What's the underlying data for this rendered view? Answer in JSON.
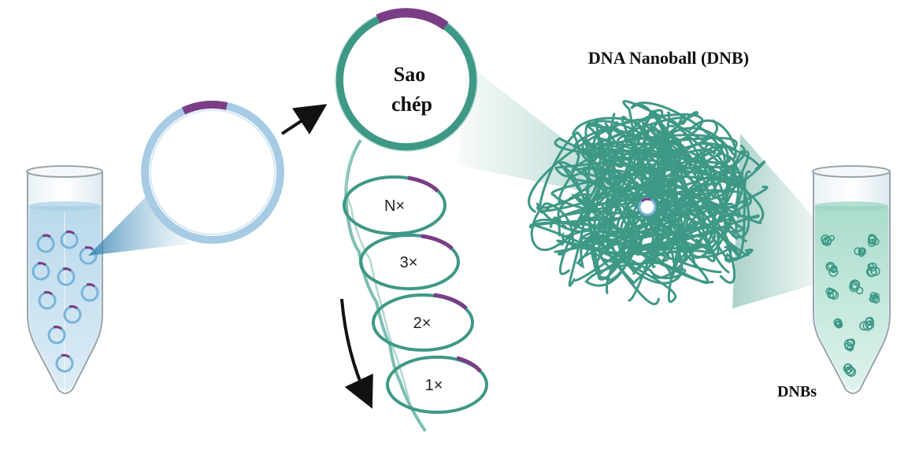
{
  "labels": {
    "replication": [
      "Sao",
      "chép"
    ],
    "dnb_title": "DNA Nanoball (DNB)",
    "dnbs": "DNBs",
    "copies": [
      "N×",
      "3×",
      "2×",
      "1×"
    ]
  },
  "colors": {
    "template_ring": "#a7cbe4",
    "adapter": "#7b3d86",
    "teal": "#3e9886",
    "tube_liquid_left": "#cfe6f3",
    "tube_liquid_right": "#cdece3"
  },
  "icons": {
    "tube_left": "microcentrifuge-tube-icon",
    "tube_right": "microcentrifuge-tube-icon",
    "circle_template": "circular-dna-icon",
    "nanoball": "dna-nanoball-icon"
  }
}
